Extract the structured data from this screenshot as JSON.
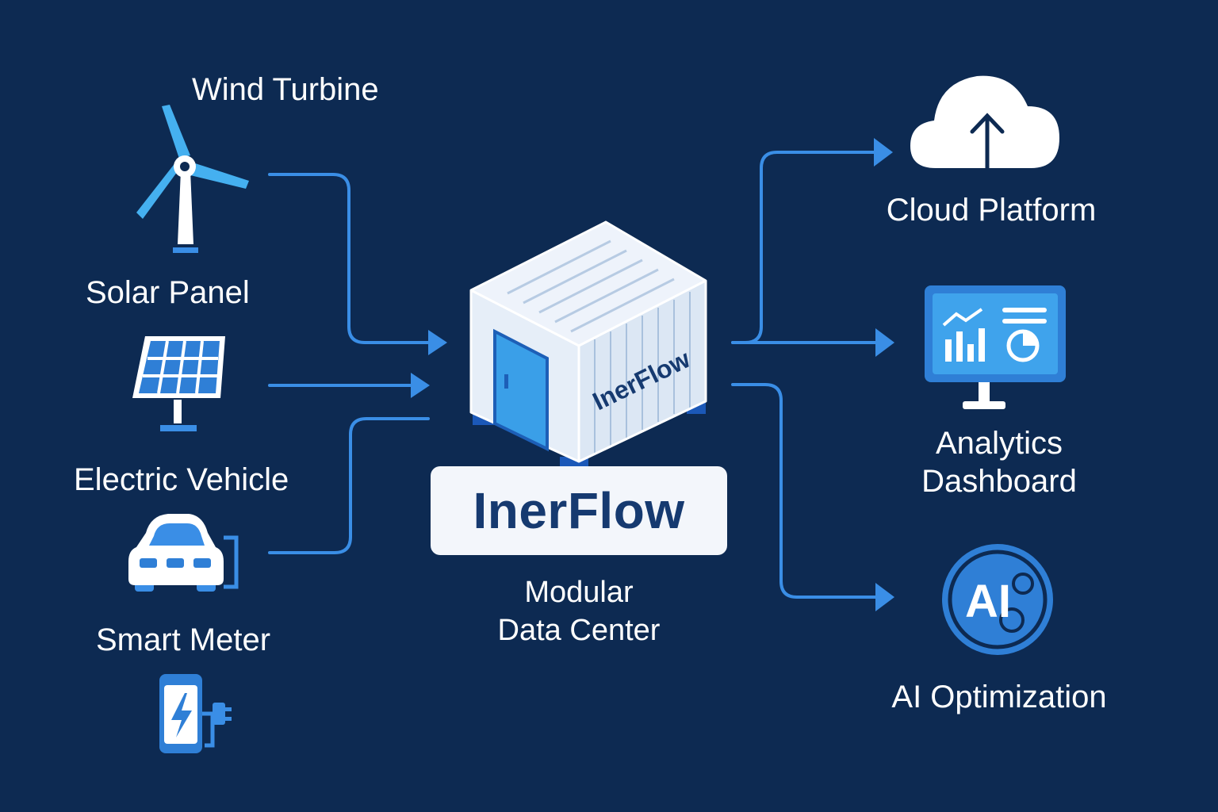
{
  "inputs": {
    "wind_turbine": "Wind Turbine",
    "solar_panel": "Solar Panel",
    "electric_vehicle": "Electric Vehicle",
    "smart_meter": "Smart Meter"
  },
  "center": {
    "container_text": "InerFlow",
    "brand_label": "InerFlow",
    "subtitle_line1": "Modular",
    "subtitle_line2": "Data Center"
  },
  "outputs": {
    "cloud_platform": "Cloud Platform",
    "analytics_line1": "Analytics",
    "analytics_line2": "Dashboard",
    "ai_badge": "AI",
    "ai_optimization": "AI Optimization"
  },
  "colors": {
    "background": "#0d2a52",
    "accent_blue": "#3a8ee6",
    "light_blue": "#45b0f0",
    "white": "#ffffff",
    "brand_text": "#163a70"
  },
  "icons": {
    "wind": "wind-turbine-icon",
    "solar": "solar-panel-icon",
    "ev": "electric-vehicle-icon",
    "meter": "smart-meter-icon",
    "cloud": "cloud-upload-icon",
    "dashboard": "analytics-monitor-icon",
    "ai": "ai-gear-icon"
  }
}
